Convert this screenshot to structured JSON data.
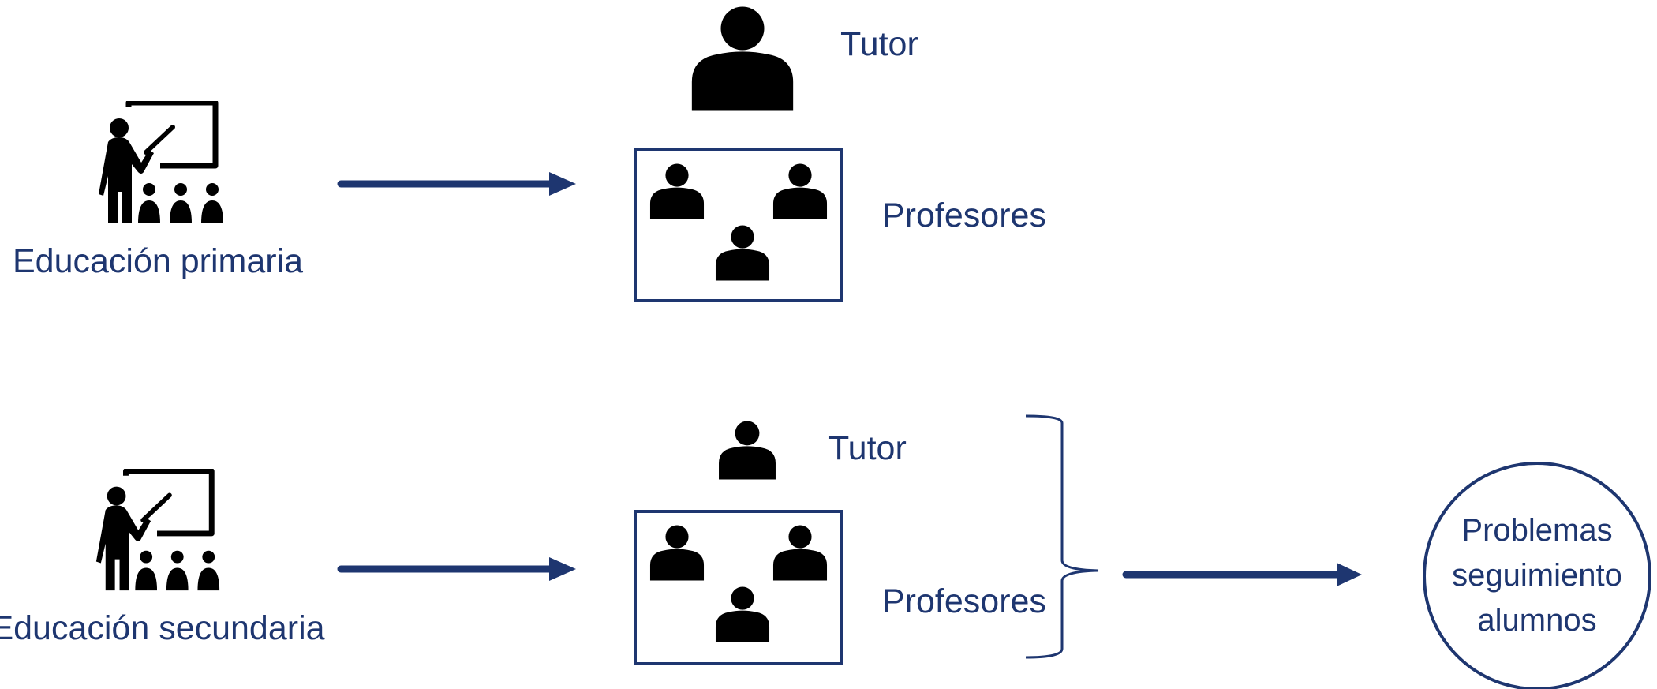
{
  "colors": {
    "navy": "#1e3670",
    "icon": "#000000",
    "background": "#ffffff"
  },
  "primary": {
    "label": "Educación primaria",
    "tutor_label": "Tutor",
    "teachers_label": "Profesores"
  },
  "secondary": {
    "label": "Educación secundaria",
    "tutor_label": "Tutor",
    "teachers_label": "Profesores"
  },
  "outcome": {
    "line1": "Problemas",
    "line2": "seguimiento",
    "line3": "alumnos"
  },
  "icons": {
    "classroom": "teacher-at-board-icon",
    "person": "person-icon"
  }
}
